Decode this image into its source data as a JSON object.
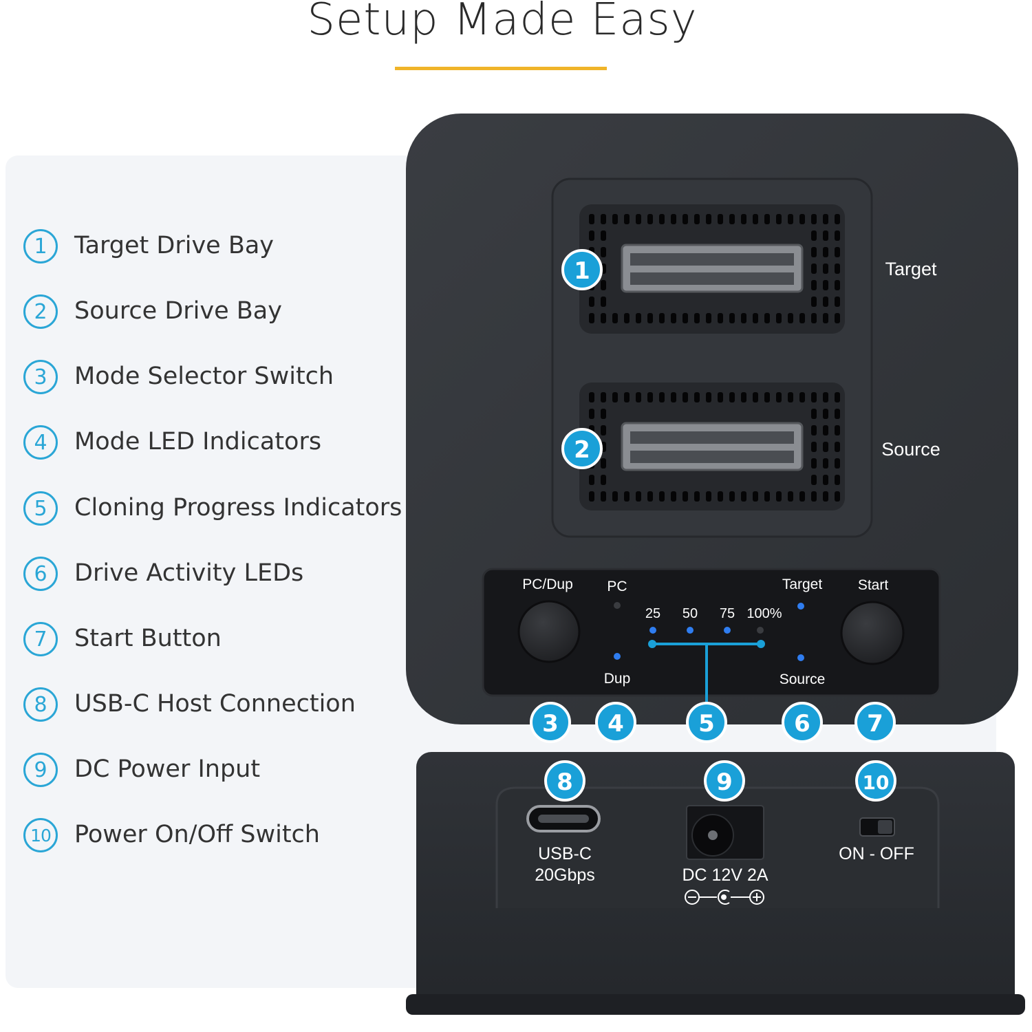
{
  "title": "Setup Made Easy",
  "accent_color": "#f0b429",
  "callout_color": "#1aa0d8",
  "legend": [
    {
      "num": "1",
      "label": "Target Drive Bay"
    },
    {
      "num": "2",
      "label": "Source Drive Bay"
    },
    {
      "num": "3",
      "label": "Mode Selector Switch"
    },
    {
      "num": "4",
      "label": "Mode LED Indicators"
    },
    {
      "num": "5",
      "label": "Cloning Progress Indicators"
    },
    {
      "num": "6",
      "label": "Drive Activity LEDs"
    },
    {
      "num": "7",
      "label": "Start Button"
    },
    {
      "num": "8",
      "label": "USB-C Host Connection"
    },
    {
      "num": "9",
      "label": "DC Power Input"
    },
    {
      "num": "10",
      "label": "Power On/Off Switch"
    }
  ],
  "device": {
    "bay_labels": {
      "target": "Target",
      "source": "Source"
    },
    "panel": {
      "mode_button": "PC/Dup",
      "mode_pc": "PC",
      "mode_dup": "Dup",
      "progress": [
        "25",
        "50",
        "75",
        "100%"
      ],
      "activity_target": "Target",
      "activity_source": "Source",
      "start": "Start"
    },
    "rear": {
      "usb_line1": "USB-C",
      "usb_line2": "20Gbps",
      "dc": "DC 12V 2A",
      "switch": "ON - OFF"
    }
  },
  "callouts": [
    "1",
    "2",
    "3",
    "4",
    "5",
    "6",
    "7",
    "8",
    "9",
    "10"
  ]
}
